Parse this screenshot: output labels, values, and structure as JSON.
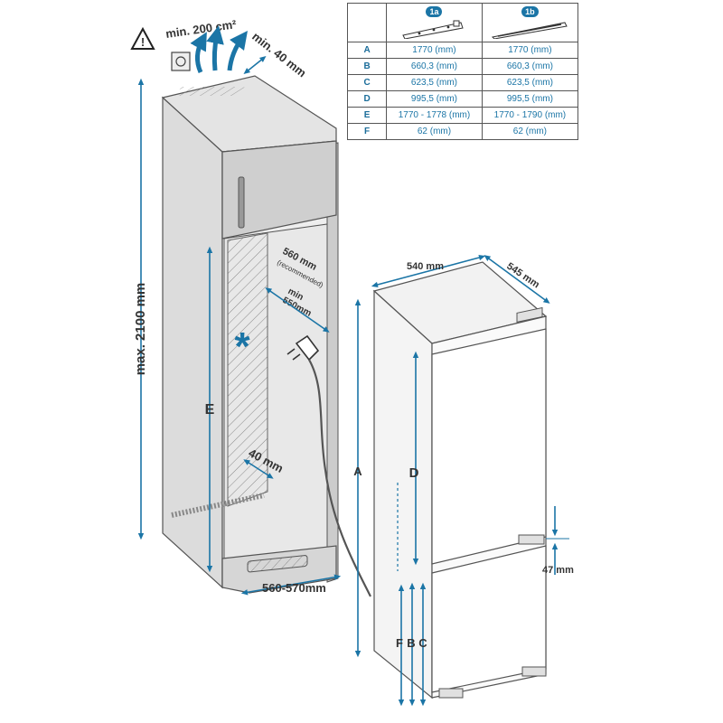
{
  "ventilation": {
    "warning_icon": "warning-triangle-icon",
    "area_label": "min. 200 cm²",
    "top_gap_label": "min. 40 mm"
  },
  "cabinet": {
    "height_label": "max. 2100 mm",
    "depth_recommended_value": "560 mm",
    "depth_recommended_note": "(recommended)",
    "depth_min_prefix": "min",
    "depth_min_value": "550mm",
    "rear_gap_label": "40 mm",
    "width_label": "560-570mm",
    "e_label": "E",
    "asterisk": "*"
  },
  "appliance": {
    "width_label": "540 mm",
    "depth_label": "545 mm",
    "a_label": "A",
    "d_label": "D",
    "door_gap_label": "47 mm",
    "f_label": "F",
    "b_label": "B",
    "c_label": "C"
  },
  "table": {
    "col1_badge": "1a",
    "col2_badge": "1b",
    "rows": [
      {
        "key": "A",
        "v1": "1770 (mm)",
        "v2": "1770 (mm)"
      },
      {
        "key": "B",
        "v1": "660,3 (mm)",
        "v2": "660,3 (mm)"
      },
      {
        "key": "C",
        "v1": "623,5 (mm)",
        "v2": "623,5 (mm)"
      },
      {
        "key": "D",
        "v1": "995,5 (mm)",
        "v2": "995,5 (mm)"
      },
      {
        "key": "E",
        "v1": "1770 - 1778 (mm)",
        "v2": "1770 - 1790 (mm)"
      },
      {
        "key": "F",
        "v1": "62 (mm)",
        "v2": "62 (mm)"
      }
    ]
  },
  "colors": {
    "dimension_blue": "#1b75a6",
    "cabinet_grey": "#d9d9d9",
    "door_grey": "#cfcfcf",
    "outline": "#555555"
  }
}
